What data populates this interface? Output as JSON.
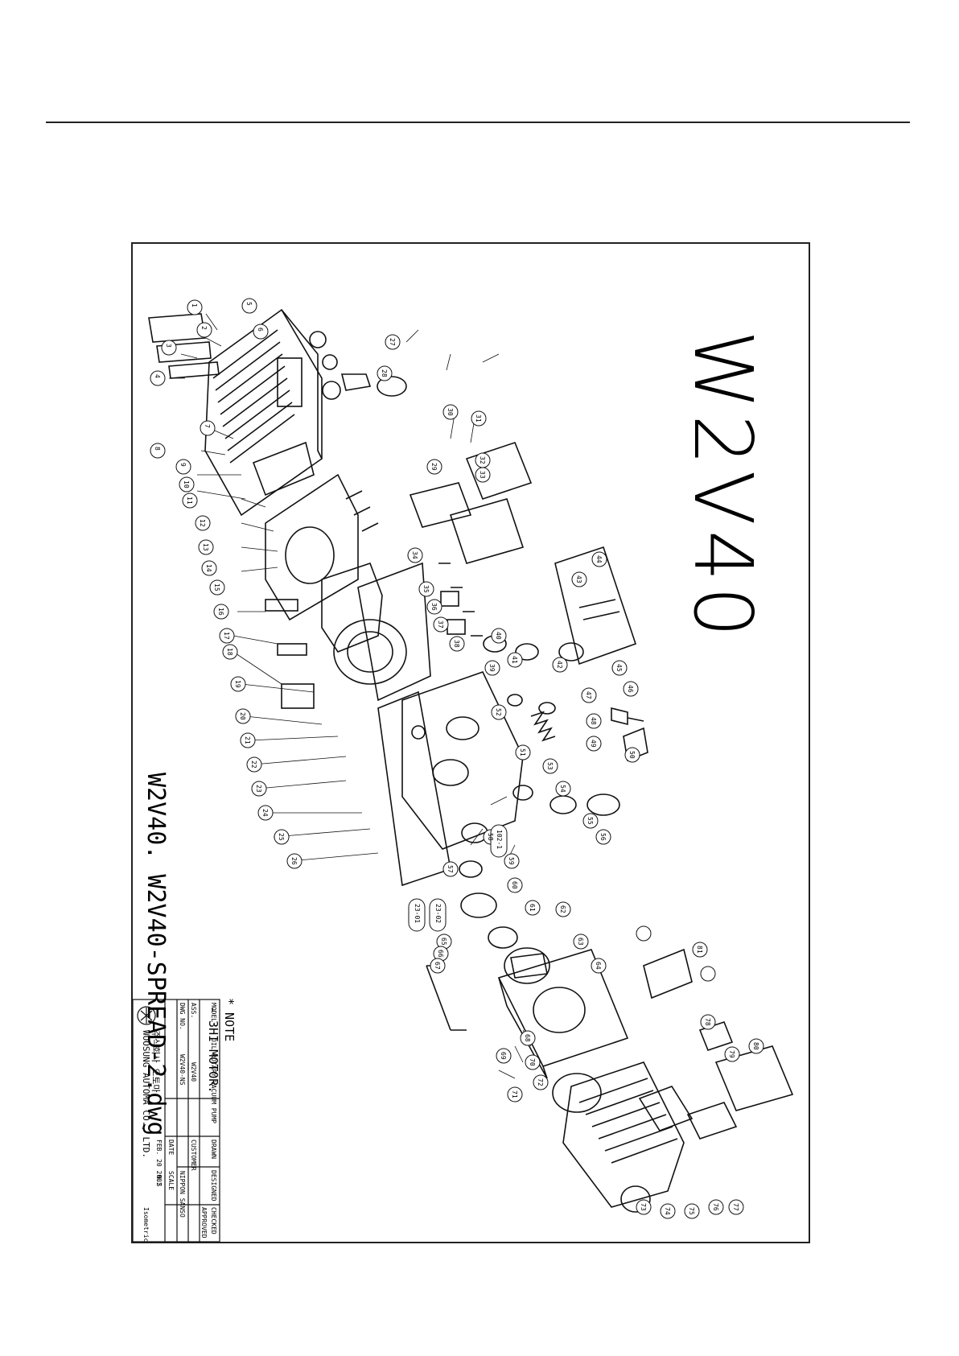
{
  "drawing": {
    "title": "W2V40",
    "file_name": "W2V40. W2V40-SPREAD-2.dwg",
    "note_title": "* NOTE",
    "note_line": "- 3HI MOTOR."
  },
  "title_block": {
    "model_label": "MODEL",
    "model_value": "OIL ROTARY VACUUM PUMP",
    "drawn_label": "DRAWN",
    "designed_label": "DESIGNED",
    "checked_label": "CHECKED",
    "approved_label": "APPROVED",
    "ass_label": "ASS.",
    "ass_value": "W2V40",
    "dwg_label": "DWG NO.",
    "dwg_value": "W2V40-NS",
    "customer_label": "CUSTOMER",
    "customer_value": "NIPPON SANSO",
    "date_label": "DATE",
    "date_value": "FEB. 20 2002",
    "scale_label": "SCALE",
    "scale_value": "N.S",
    "view_value": "Isometric",
    "company_korean": "주식회사 오토마",
    "company_english": "WOOSUNG AUTOMA CO., LTD."
  },
  "part_callouts": [
    "1",
    "2",
    "3",
    "4",
    "5",
    "6",
    "7",
    "8",
    "9",
    "10",
    "11",
    "12",
    "13",
    "14",
    "15",
    "16",
    "17",
    "18",
    "19",
    "20",
    "21",
    "22",
    "23",
    "24",
    "25",
    "26",
    "27",
    "28",
    "29",
    "30",
    "31",
    "32",
    "33",
    "34",
    "35",
    "36",
    "37",
    "38",
    "39",
    "40",
    "41",
    "42",
    "43",
    "44",
    "45",
    "46",
    "47",
    "48",
    "49",
    "50",
    "51",
    "52",
    "53",
    "54",
    "55",
    "56",
    "57",
    "58",
    "59",
    "60",
    "61",
    "62",
    "63",
    "64",
    "65",
    "66",
    "67",
    "68",
    "69",
    "70",
    "71",
    "72",
    "73",
    "74",
    "75",
    "76",
    "77",
    "78",
    "79",
    "80",
    "81"
  ],
  "assembly_labels": [
    "23-01",
    "23-02",
    "102-1"
  ]
}
